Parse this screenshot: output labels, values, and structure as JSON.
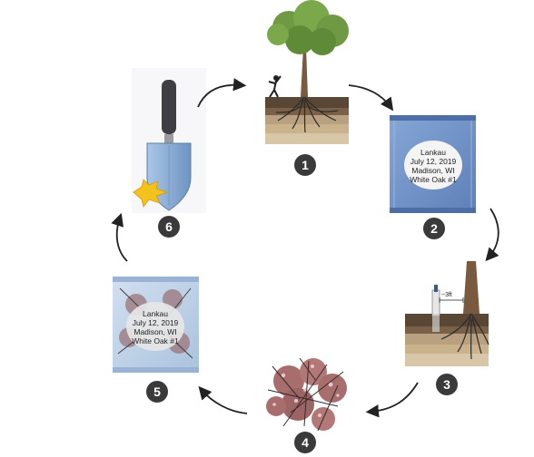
{
  "steps": [
    {
      "number": "1",
      "name": "tree with root system in soil",
      "icon": "tree-soil-icon"
    },
    {
      "number": "2",
      "name": "labeled sample bag",
      "icon": "sample-bag-icon",
      "label": [
        "Lankau",
        "July 12, 2019",
        "Madison, WI",
        "White Oak #1"
      ]
    },
    {
      "number": "3",
      "name": "soil core sampling near trunk",
      "icon": "soil-core-icon",
      "distance": "~3ft"
    },
    {
      "number": "4",
      "name": "collected roots and soil",
      "icon": "roots-clump-icon"
    },
    {
      "number": "5",
      "name": "labeled bag with roots",
      "icon": "roots-bag-icon",
      "label": [
        "Lankau",
        "July 12, 2019",
        "Madison, WI",
        "White Oak #1"
      ]
    },
    {
      "number": "6",
      "name": "cleaned trowel",
      "icon": "trowel-icon"
    }
  ],
  "colors": {
    "badge": "#3a3a3a",
    "bag_blue": "#6e90c4",
    "bag_light": "#b9cde6",
    "soil_dark": "#5a4634",
    "soil_light": "#c8b08a",
    "root_clump": "#a86e6e",
    "trowel_blade": "#8aaed6",
    "spark": "#f4c21c",
    "leaf": "#6f9a43",
    "trunk": "#7a5a3e"
  }
}
